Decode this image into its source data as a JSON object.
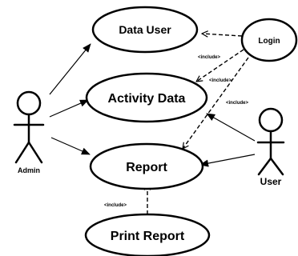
{
  "use_cases": {
    "data_user": "Data User",
    "activity_data": "Activity Data",
    "report": "Report",
    "print_report": "Print Report",
    "login": "Login"
  },
  "actors": {
    "admin": "Admin",
    "user": "User"
  },
  "include_labels": {
    "login_data_user": "<include>",
    "login_activity": "<include>",
    "login_report": "<include>",
    "print_report": "<include>"
  }
}
